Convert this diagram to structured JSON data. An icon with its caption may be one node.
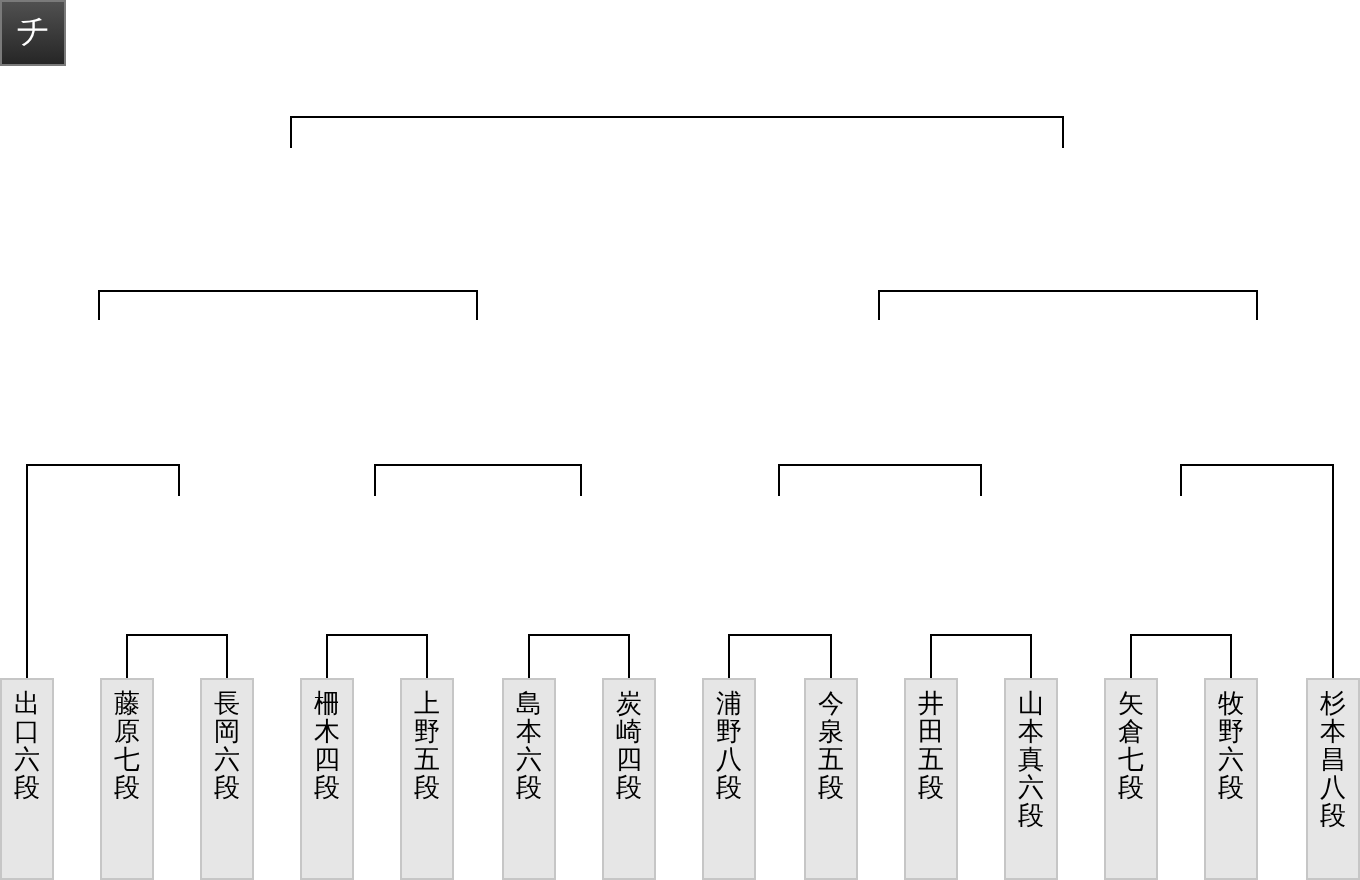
{
  "diagram": {
    "title": "チ",
    "nodes": [
      {
        "text": [
          "出口六段"
        ]
      },
      {
        "text": [
          "藤原七段"
        ]
      },
      {
        "text": [
          "長岡六段"
        ]
      },
      {
        "text": [
          "柵木四段"
        ]
      },
      {
        "text": [
          "上野五段"
        ]
      },
      {
        "text": [
          "島本六段"
        ]
      },
      {
        "text": [
          "炭崎四段"
        ]
      },
      {
        "text": [
          "浦野八段"
        ]
      },
      {
        "text": [
          "今泉五段"
        ]
      },
      {
        "text": [
          "井田五段"
        ]
      },
      {
        "text": [
          "山本真六段"
        ]
      },
      {
        "text": [
          "矢倉七段"
        ]
      },
      {
        "text": [
          "牧野六段"
        ]
      },
      {
        "text": [
          "杉本昌八段"
        ]
      }
    ],
    "edges": [
      {
        "from": 0,
        "to": null,
        "arrow": "none"
      },
      {
        "from": 1,
        "to": 2,
        "arrow": "none"
      },
      {
        "from": 3,
        "to": 4,
        "arrow": "none"
      },
      {
        "from": 5,
        "to": 6,
        "arrow": "none"
      },
      {
        "from": 7,
        "to": 8,
        "arrow": "none"
      },
      {
        "from": 9,
        "to": 10,
        "arrow": "none"
      },
      {
        "from": 11,
        "to": 12,
        "arrow": "none"
      },
      {
        "from": 13,
        "to": null,
        "arrow": "none"
      }
    ]
  }
}
